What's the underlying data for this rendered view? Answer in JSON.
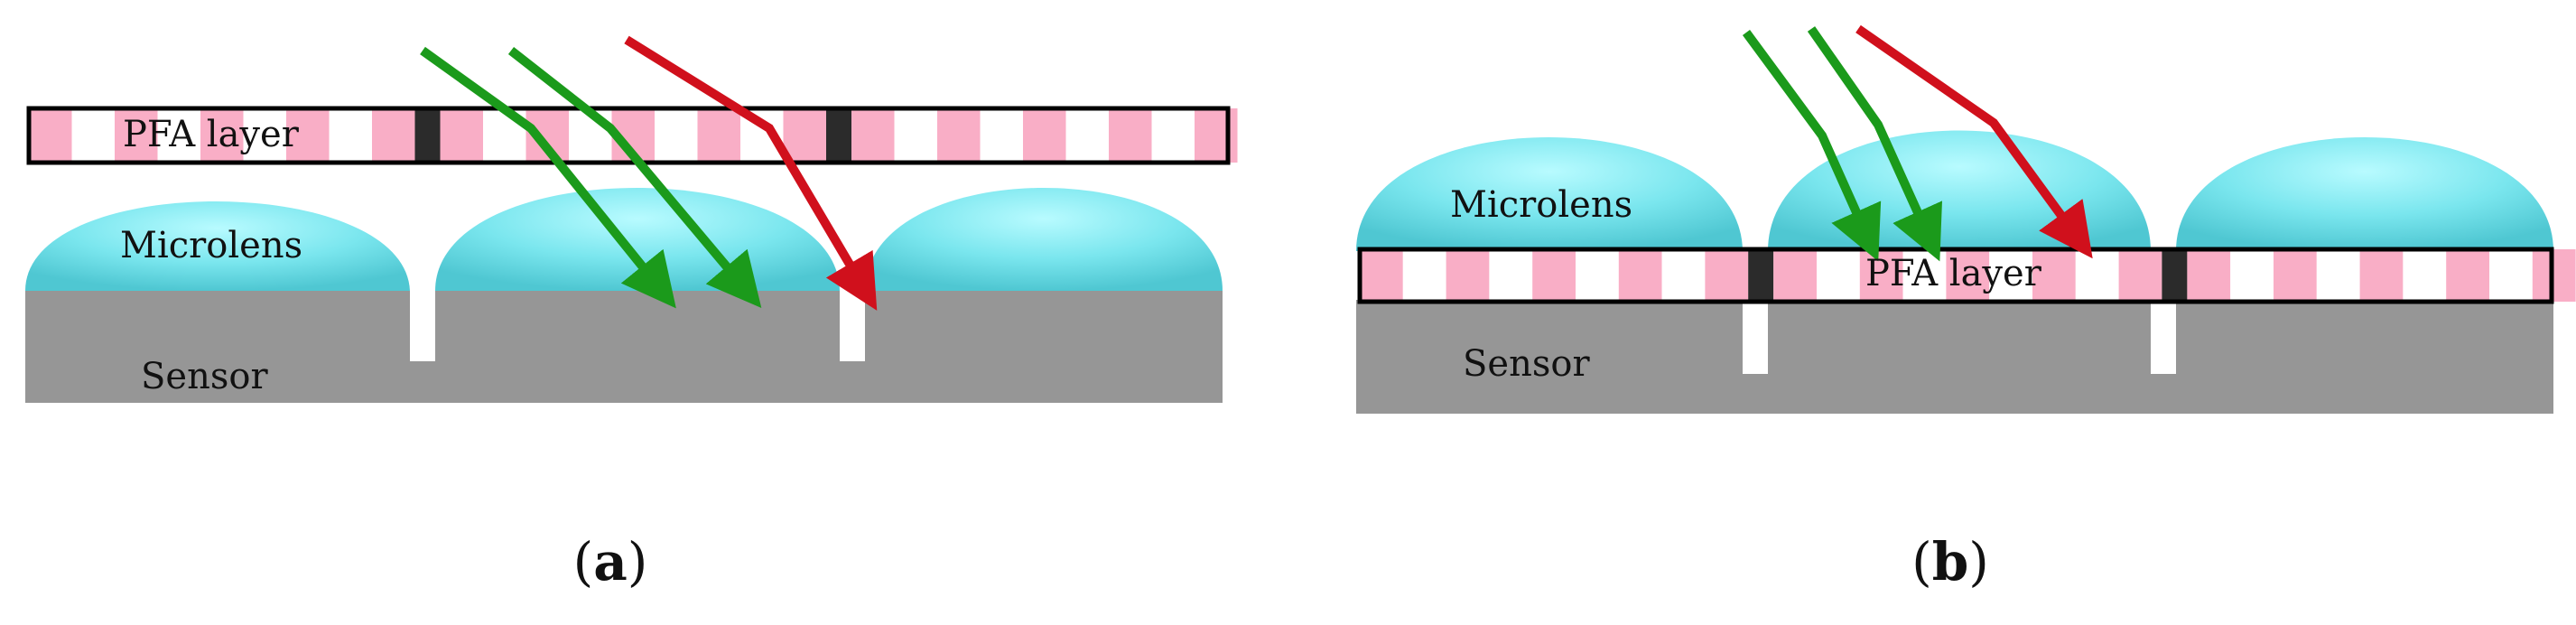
{
  "panels": [
    {
      "caption_letter": "a",
      "pfa_label": "PFA layer",
      "microlens_label": "Microlens",
      "sensor_label": "Sensor"
    },
    {
      "caption_letter": "b",
      "pfa_label": "PFA layer",
      "microlens_label": "Microlens",
      "sensor_label": "Sensor"
    }
  ],
  "colors": {
    "sensor": "#969696",
    "microlens": "#6fe0e8",
    "microlens_highlight": "#b8fbff",
    "pfa_pink": "#f9aec6",
    "pfa_white": "#ffffff",
    "pfa_divider": "#2b2b2b",
    "ray_green": "#1b9a1b",
    "ray_red": "#d0101c"
  }
}
